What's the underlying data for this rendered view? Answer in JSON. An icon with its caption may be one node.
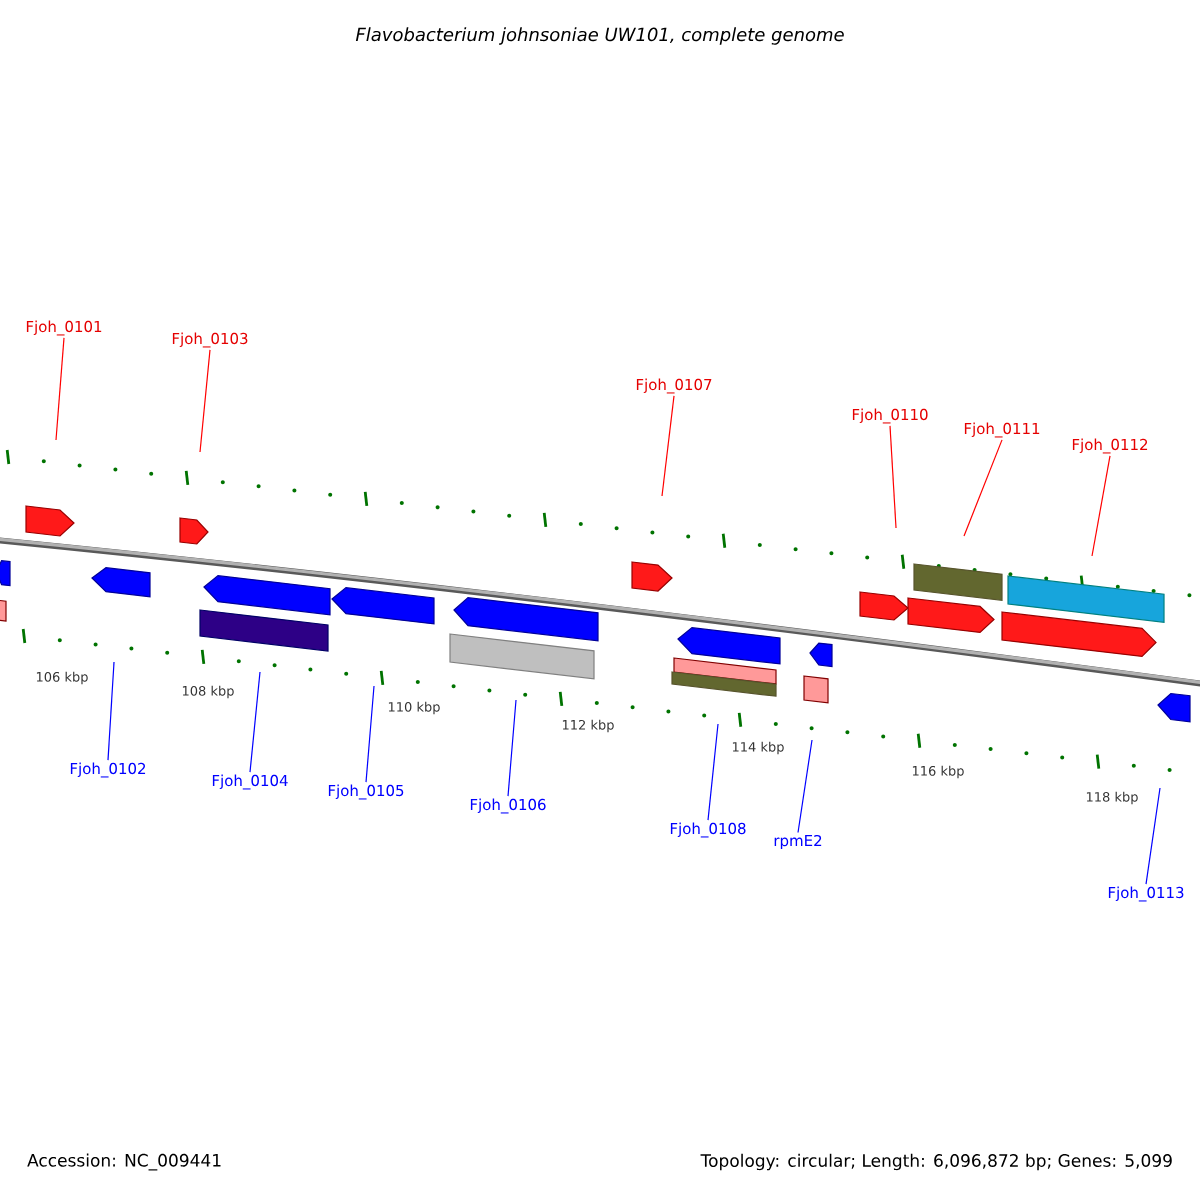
{
  "diagram": {
    "title": "Flavobacterium johnsoniae UW101, complete genome",
    "nodes": [
      {
        "text": [
          "Fjoh_0101"
        ]
      },
      {
        "text": [
          "Fjoh_0103"
        ]
      },
      {
        "text": [
          "Fjoh_0107"
        ]
      },
      {
        "text": [
          "Fjoh_0110"
        ]
      },
      {
        "text": [
          "Fjoh_0111"
        ]
      },
      {
        "text": [
          "Fjoh_0112"
        ]
      },
      {
        "text": [
          "Fjoh_0102"
        ]
      },
      {
        "text": [
          "Fjoh_0104"
        ]
      },
      {
        "text": [
          "Fjoh_0105"
        ]
      },
      {
        "text": [
          "Fjoh_0106"
        ]
      },
      {
        "text": [
          "Fjoh_0108"
        ]
      },
      {
        "text": [
          "rpmE2"
        ]
      },
      {
        "text": [
          "Fjoh_0113"
        ]
      }
    ],
    "edges": [
      {
        "from": 0,
        "to": null,
        "arrow": "none",
        "color": "#ff0000"
      },
      {
        "from": 1,
        "to": null,
        "arrow": "none",
        "color": "#ff0000"
      },
      {
        "from": 2,
        "to": null,
        "arrow": "none",
        "color": "#ff0000"
      },
      {
        "from": 3,
        "to": null,
        "arrow": "none",
        "color": "#ff0000"
      },
      {
        "from": 4,
        "to": null,
        "arrow": "none",
        "color": "#ff0000"
      },
      {
        "from": 5,
        "to": null,
        "arrow": "none",
        "color": "#ff0000"
      },
      {
        "from": 6,
        "to": null,
        "arrow": "none",
        "color": "#0000ff"
      },
      {
        "from": 7,
        "to": null,
        "arrow": "none",
        "color": "#0000ff"
      },
      {
        "from": 8,
        "to": null,
        "arrow": "none",
        "color": "#0000ff"
      },
      {
        "from": 9,
        "to": null,
        "arrow": "none",
        "color": "#0000ff"
      },
      {
        "from": 10,
        "to": null,
        "arrow": "none",
        "color": "#0000ff"
      },
      {
        "from": 11,
        "to": null,
        "arrow": "none",
        "color": "#0000ff"
      },
      {
        "from": 12,
        "to": null,
        "arrow": "none",
        "color": "#0000ff"
      }
    ],
    "labels": [
      "106 kbp",
      "108 kbp",
      "110 kbp",
      "112 kbp",
      "114 kbp",
      "116 kbp",
      "118 kbp",
      "Accession: NC_009441",
      "Topology: circular; Length: 6,096,872 bp; Genes: 5,099"
    ]
  }
}
